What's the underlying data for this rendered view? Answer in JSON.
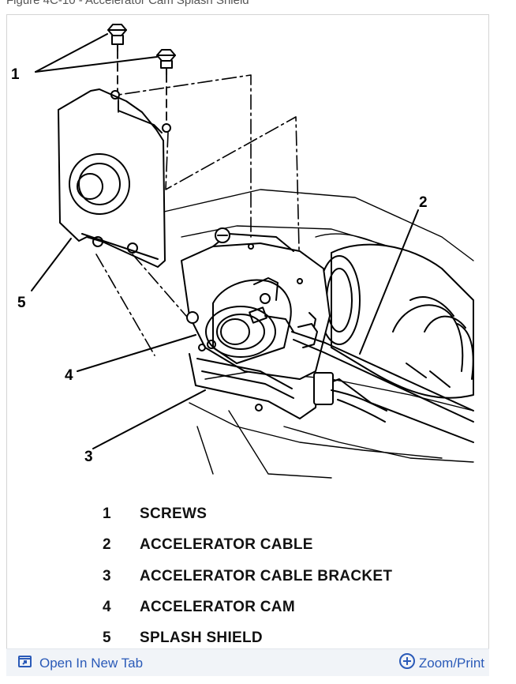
{
  "figure": {
    "caption": "Figure 4C-10 - Accelerator Cam Splash Shield",
    "callouts": [
      "1",
      "2",
      "3",
      "4",
      "5"
    ]
  },
  "legend": [
    {
      "number": "1",
      "label": "SCREWS"
    },
    {
      "number": "2",
      "label": "ACCELERATOR CABLE"
    },
    {
      "number": "3",
      "label": "ACCELERATOR CABLE BRACKET"
    },
    {
      "number": "4",
      "label": "ACCELERATOR CAM"
    },
    {
      "number": "5",
      "label": "SPLASH SHIELD"
    }
  ],
  "toolbar": {
    "open_new_tab_label": "Open In New Tab",
    "open_new_tab_icon": "open-in-new-tab-icon",
    "zoom_print_label": "Zoom/Print",
    "zoom_print_icon": "zoom-plus-circle-icon"
  },
  "colors": {
    "link": "#2a5ab8",
    "toolbar_bg": "#f1f4f8",
    "line_art": "#000000"
  }
}
